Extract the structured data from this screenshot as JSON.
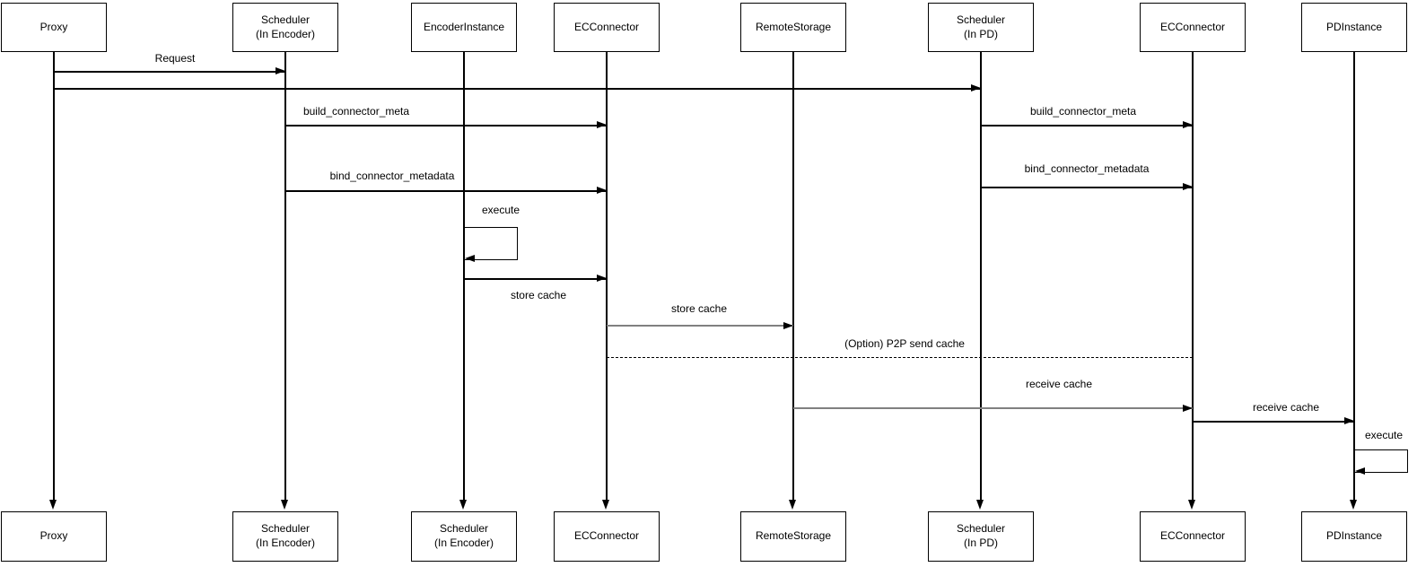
{
  "colors": {
    "line": "#000000",
    "gray_line": "#808080",
    "background": "#ffffff",
    "text": "#000000"
  },
  "diagram": {
    "type": "sequence-diagram",
    "participants": [
      {
        "id": "proxy",
        "top_label": "Proxy",
        "bottom_label": "Proxy"
      },
      {
        "id": "scheduler-in-encoder",
        "top_label": "Scheduler\n(In Encoder)",
        "bottom_label": "Scheduler\n(In Encoder)"
      },
      {
        "id": "encoder-instance",
        "top_label": "EncoderInstance",
        "bottom_label": "Scheduler\n(In Encoder)"
      },
      {
        "id": "ec-connector-encoder",
        "top_label": "ECConnector",
        "bottom_label": "ECConnector"
      },
      {
        "id": "remote-storage",
        "top_label": "RemoteStorage",
        "bottom_label": "RemoteStorage"
      },
      {
        "id": "scheduler-in-pd",
        "top_label": "Scheduler\n(In PD)",
        "bottom_label": "Scheduler\n(In PD)"
      },
      {
        "id": "ec-connector-pd",
        "top_label": "ECConnector",
        "bottom_label": "ECConnector"
      },
      {
        "id": "pd-instance",
        "top_label": "PDInstance",
        "bottom_label": "PDInstance"
      }
    ],
    "messages": [
      {
        "id": "request",
        "label": "Request",
        "from": "Proxy",
        "to": "Scheduler (In Encoder)",
        "style": "solid"
      },
      {
        "id": "forward-request",
        "label": "",
        "from": "Proxy",
        "to": "Scheduler (In PD)",
        "style": "solid"
      },
      {
        "id": "build-meta-encoder",
        "label": "build_connector_meta",
        "from": "Scheduler (In Encoder)",
        "to": "ECConnector",
        "style": "solid"
      },
      {
        "id": "build-meta-pd",
        "label": "build_connector_meta",
        "from": "Scheduler (In PD)",
        "to": "ECConnector",
        "style": "solid"
      },
      {
        "id": "bind-meta-encoder",
        "label": "bind_connector_metadata",
        "from": "Scheduler (In Encoder)",
        "to": "ECConnector",
        "style": "solid"
      },
      {
        "id": "bind-meta-pd",
        "label": "bind_connector_metadata",
        "from": "Scheduler (In PD)",
        "to": "ECConnector",
        "style": "solid"
      },
      {
        "id": "execute-encoder",
        "label": "execute",
        "from": "EncoderInstance",
        "to": "EncoderInstance",
        "style": "self-loop"
      },
      {
        "id": "store-cache-1",
        "label": "store cache",
        "from": "EncoderInstance",
        "to": "ECConnector",
        "style": "solid"
      },
      {
        "id": "store-cache-2",
        "label": "store cache",
        "from": "ECConnector",
        "to": "RemoteStorage",
        "style": "solid"
      },
      {
        "id": "p2p-send-cache",
        "label": "(Option) P2P send cache",
        "from": "ECConnector",
        "to": "ECConnector",
        "style": "dashed"
      },
      {
        "id": "receive-cache-1",
        "label": "receive cache",
        "from": "RemoteStorage",
        "to": "ECConnector",
        "style": "solid"
      },
      {
        "id": "receive-cache-2",
        "label": "receive cache",
        "from": "ECConnector",
        "to": "PDInstance",
        "style": "solid"
      },
      {
        "id": "execute-pd",
        "label": "execute",
        "from": "PDInstance",
        "to": "PDInstance",
        "style": "self-loop"
      }
    ]
  }
}
